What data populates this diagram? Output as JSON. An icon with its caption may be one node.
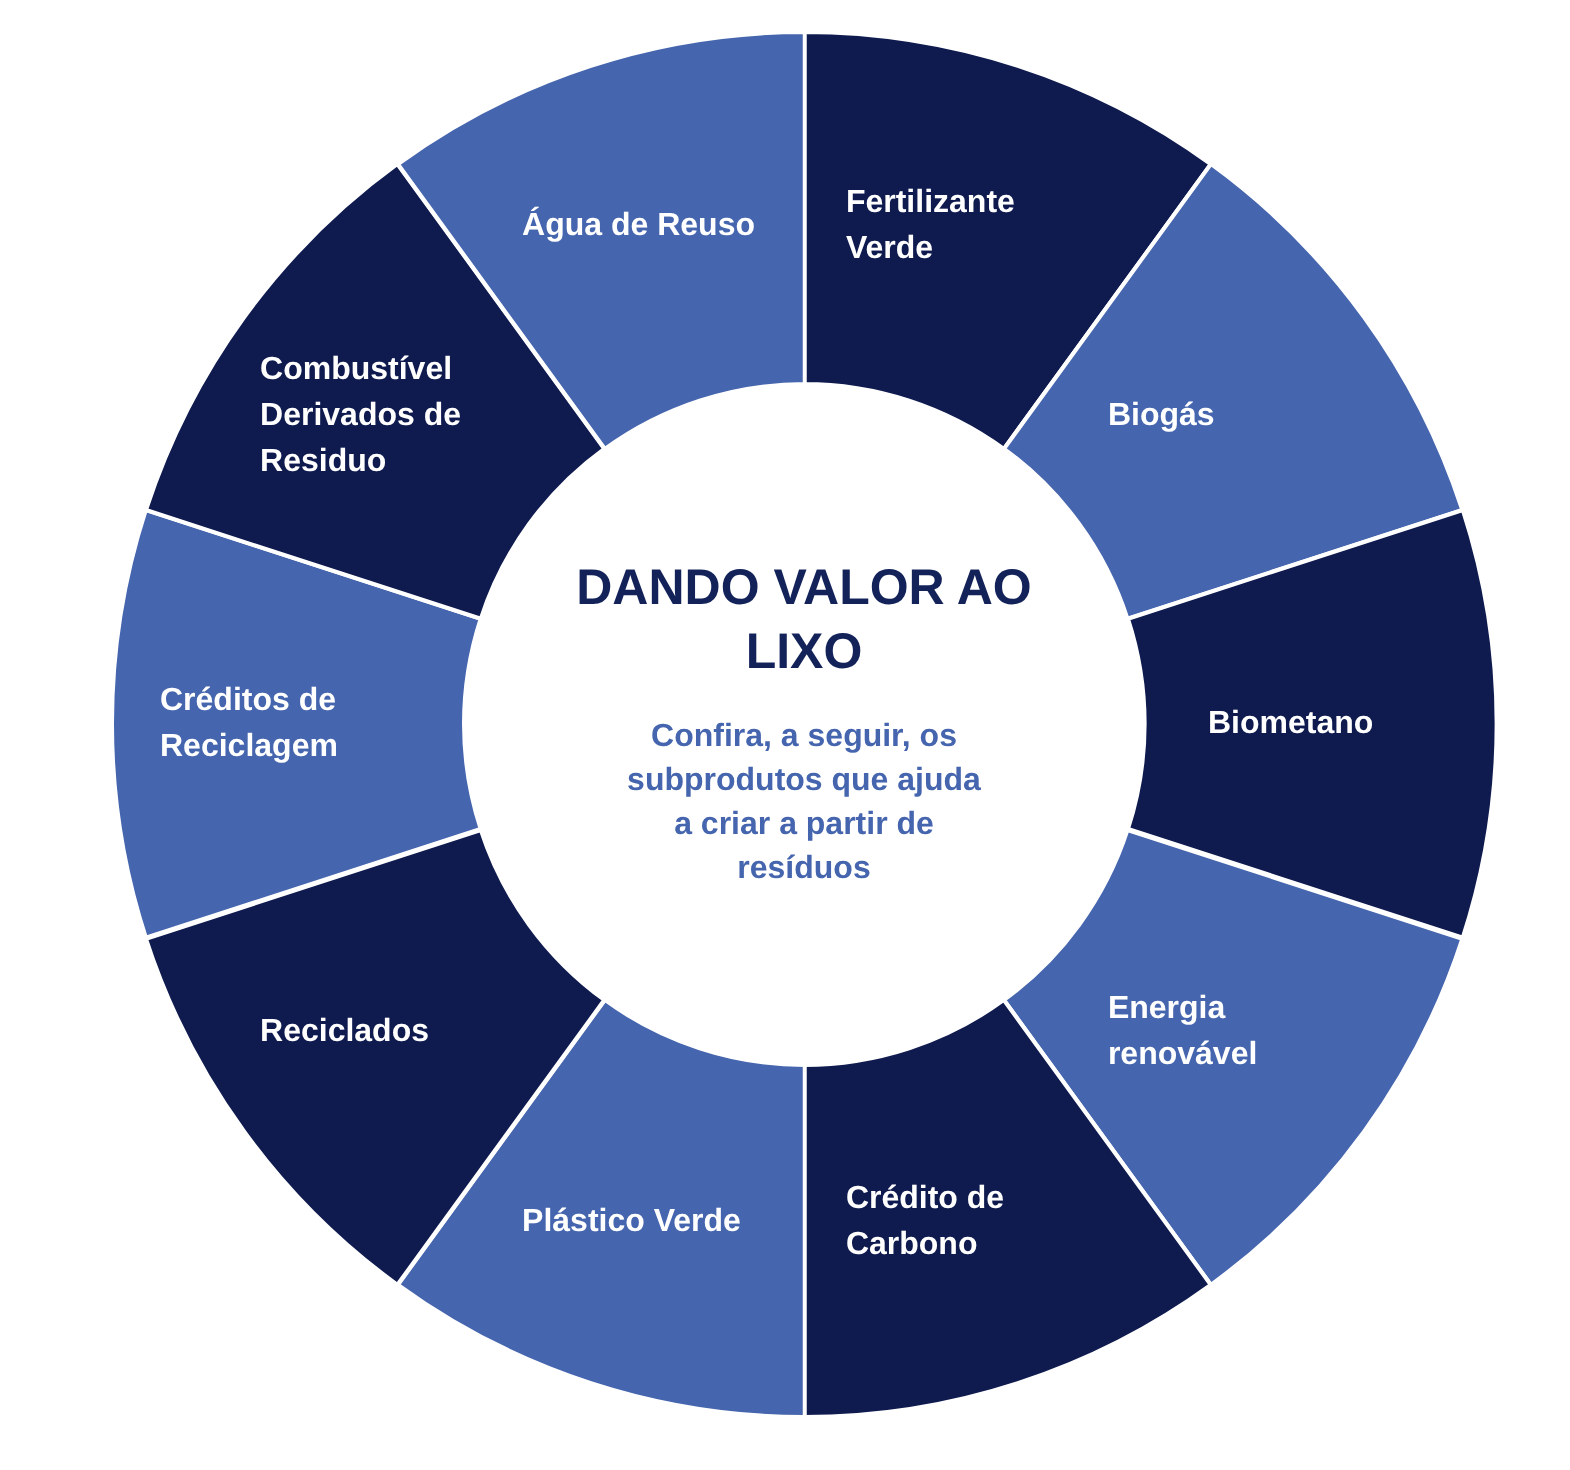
{
  "diagram": {
    "nodes": [
      {
        "text": [
          "DANDO VALOR AO LIXO",
          "Confira, a seguir, os subprodutos que ajuda a criar a partir de resíduos"
        ]
      },
      {
        "text": [
          "Fertilizante Verde"
        ]
      },
      {
        "text": [
          "Biogás"
        ]
      },
      {
        "text": [
          "Biometano"
        ]
      },
      {
        "text": [
          "Energia renovável"
        ]
      },
      {
        "text": [
          "Crédito de Carbono"
        ]
      },
      {
        "text": [
          "Plástico Verde"
        ]
      },
      {
        "text": [
          "Reciclados"
        ]
      },
      {
        "text": [
          "Créditos de Reciclagem"
        ]
      },
      {
        "text": [
          "Combustível Derivados de Residuo"
        ]
      },
      {
        "text": [
          "Água de Reuso"
        ]
      }
    ]
  }
}
